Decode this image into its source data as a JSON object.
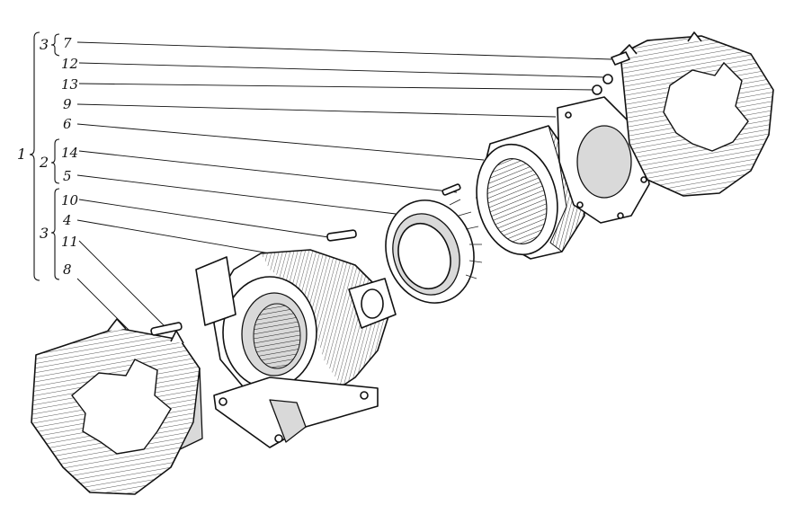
{
  "labels": {
    "group_top": "3",
    "group_outer": "1",
    "group_mid": "2",
    "group_low": "3",
    "c7": "7",
    "c12": "12",
    "c13": "13",
    "c9": "9",
    "c6": "6",
    "c14": "14",
    "c5": "5",
    "c10": "10",
    "c4": "4",
    "c11": "11",
    "c8": "8"
  }
}
